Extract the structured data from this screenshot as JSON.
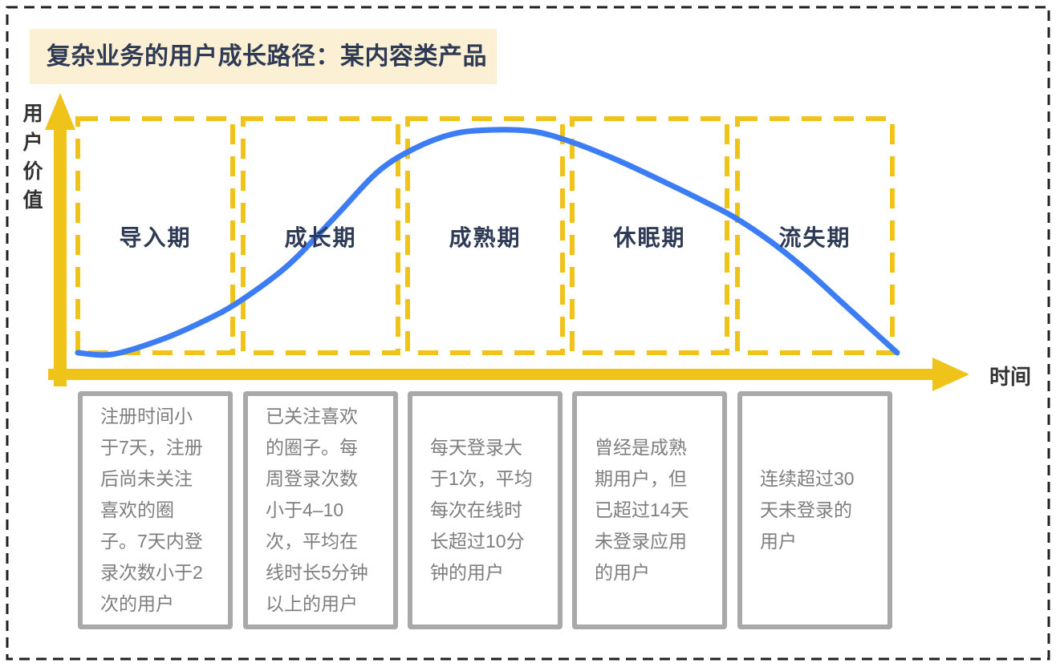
{
  "title": "复杂业务的用户成长路径：某内容类产品",
  "axes": {
    "y_label": "用户价值",
    "x_label": "时间"
  },
  "stages": [
    {
      "label": "导入期",
      "description": "注册时间小于7天，注册后尚未关注喜欢的圈子。7天内登录次数小于2次的用户"
    },
    {
      "label": "成长期",
      "description": "已关注喜欢的圈子。每周登录次数小于4–10次，平均在线时长5分钟以上的用户"
    },
    {
      "label": "成熟期",
      "description": "每天登录大于1次，平均每次在线时长超过10分钟的用户"
    },
    {
      "label": "休眠期",
      "description": "曾经是成熟期用户，但已超过14天未登录应用的用户"
    },
    {
      "label": "流失期",
      "description": "连续超过30天未登录的用户"
    }
  ],
  "curve": {
    "description": "user value over time lifecycle curve",
    "points": [
      [
        97,
        440
      ],
      [
        140,
        442
      ],
      [
        200,
        424
      ],
      [
        255,
        400
      ],
      [
        300,
        375
      ],
      [
        360,
        330
      ],
      [
        420,
        268
      ],
      [
        470,
        215
      ],
      [
        515,
        186
      ],
      [
        565,
        167
      ],
      [
        615,
        162
      ],
      [
        665,
        164
      ],
      [
        712,
        177
      ],
      [
        770,
        200
      ],
      [
        830,
        228
      ],
      [
        875,
        250
      ],
      [
        915,
        271
      ],
      [
        960,
        301
      ],
      [
        1005,
        337
      ],
      [
        1050,
        378
      ],
      [
        1085,
        410
      ],
      [
        1118,
        440
      ]
    ]
  },
  "colors": {
    "accent_yellow": "#F0C31A",
    "curve_blue": "#3C7DF5",
    "navy_text": "#2F3B55",
    "title_bg": "#FBF0D3",
    "gray_border": "#A9A9A9",
    "gray_text": "#7E7E7E",
    "outer_border": "#1F1F1F",
    "axis_label": "#333333"
  }
}
